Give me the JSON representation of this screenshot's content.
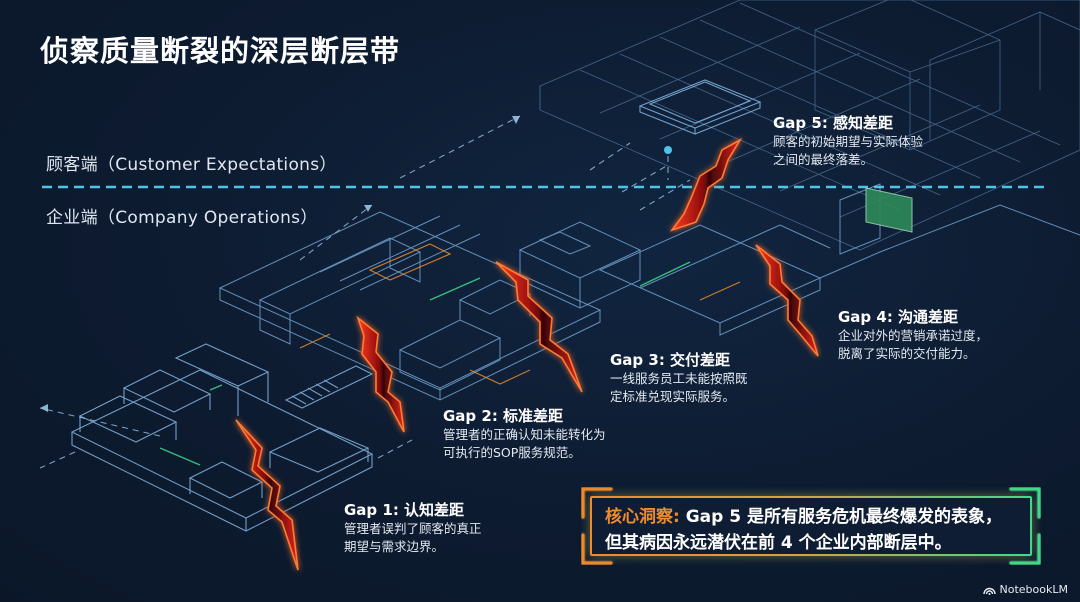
{
  "title": "侦察质量断裂的深层断层带",
  "zones": {
    "customer": "顾客端（Customer Expectations）",
    "company": "企业端（Company Operations）"
  },
  "gaps": [
    {
      "id": 1,
      "title": "Gap 1: 认知差距",
      "description": "管理者误判了顾客的真正\n期望与需求边界。"
    },
    {
      "id": 2,
      "title": "Gap 2: 标准差距",
      "description": "管理者的正确认知未能转化为\n可执行的SOP服务规范。"
    },
    {
      "id": 3,
      "title": "Gap 3: 交付差距",
      "description": "一线服务员工未能按照既\n定标准兑现实际服务。"
    },
    {
      "id": 4,
      "title": "Gap 4: 沟通差距",
      "description": "企业对外的营销承诺过度，\n脱离了实际的交付能力。"
    },
    {
      "id": 5,
      "title": "Gap 5: 感知差距",
      "description": "顾客的初始期望与实际体验\n之间的最终落差。"
    }
  ],
  "insight": {
    "key": "核心洞察:",
    "line1": " Gap 5 是所有服务危机最终爆发的表象，",
    "line2": "但其病因永远潜伏在前 4 个企业内部断层中。"
  },
  "brand": {
    "icon": "notebooklm-logo-icon",
    "label": "NotebookLM"
  },
  "colors": {
    "background": "#0d1b30",
    "blueprint_line": "#7fb6e6",
    "divider": "#4fc3e8",
    "crack_red": "#e8261c",
    "crack_glow": "#ff6a2a",
    "accent_orange": "#f08a2a",
    "accent_green": "#3fd98c",
    "screen_green": "#2f8a5a"
  }
}
